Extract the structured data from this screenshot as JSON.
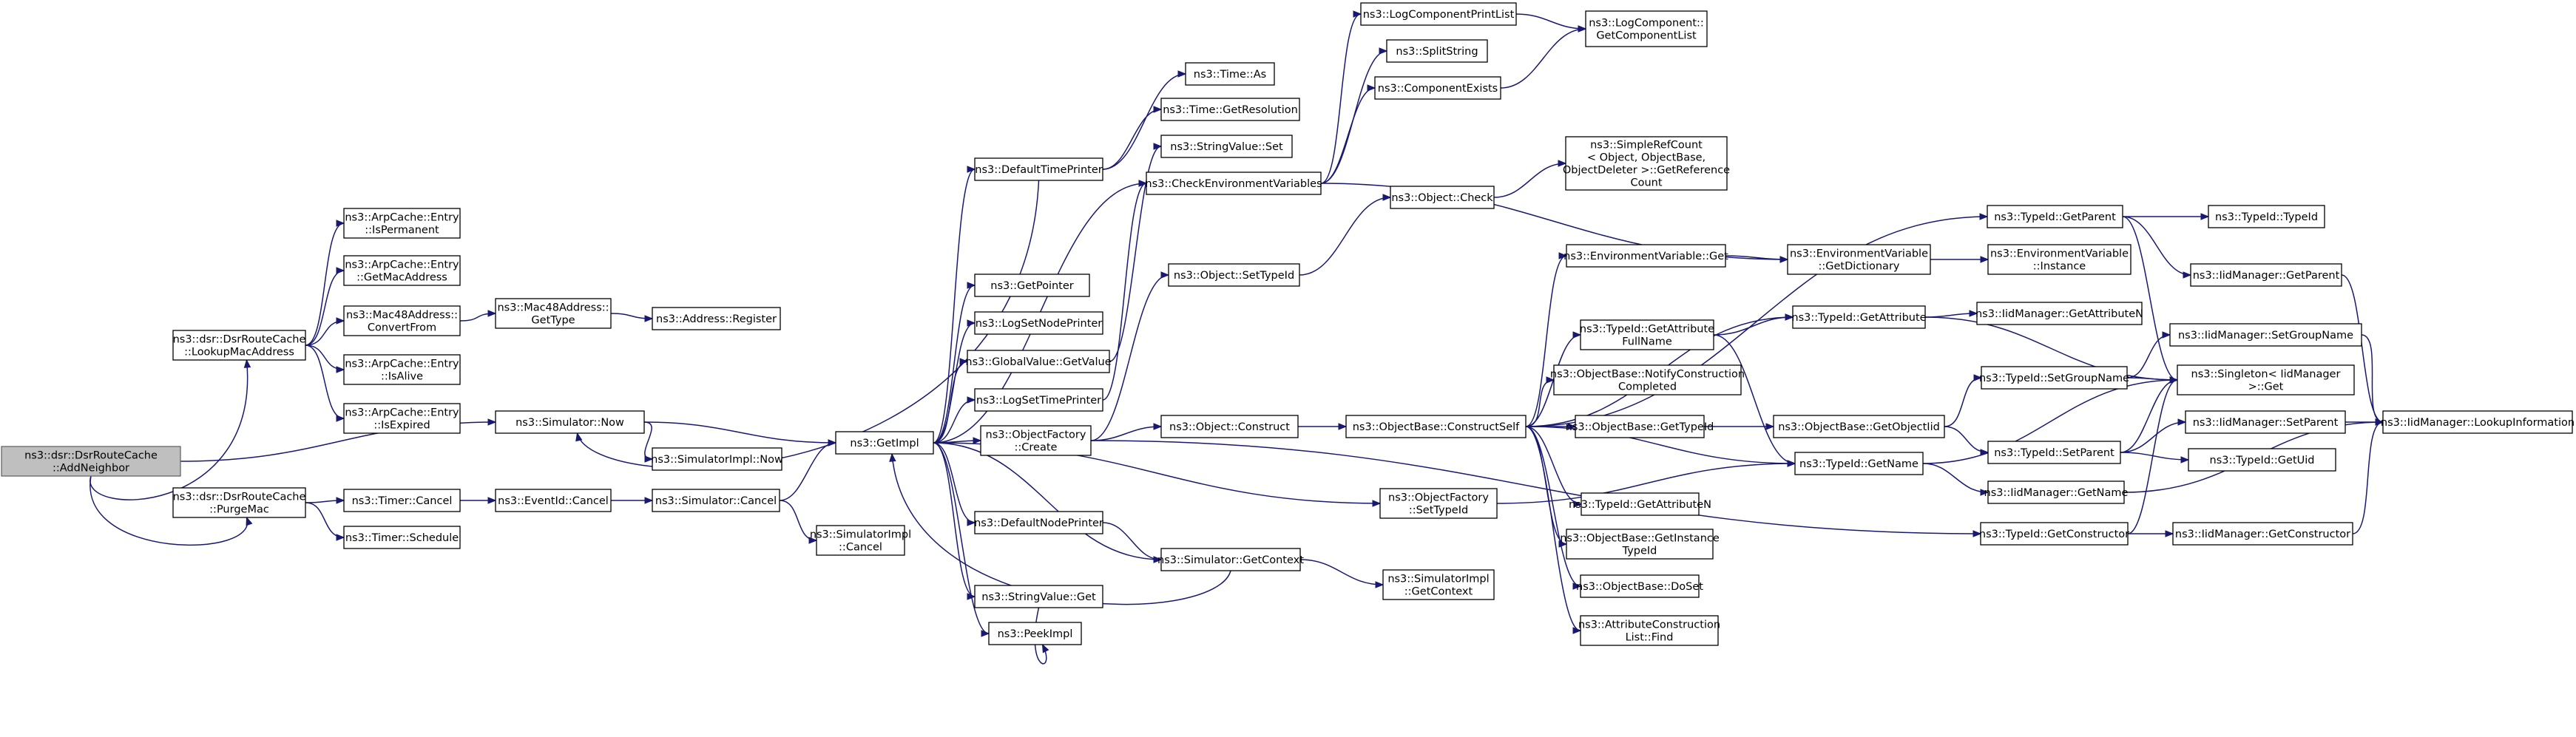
{
  "diagram": {
    "kind": "call-graph",
    "colors": {
      "edge": "#191970",
      "root_fill": "#bfbfbf",
      "node_fill": "#ffffff",
      "node_border": "#000000"
    },
    "nodes": [
      {
        "id": "root",
        "lines": [
          "ns3::dsr::DsrRouteCache",
          "::AddNeighbor"
        ]
      },
      {
        "id": "lookupmac",
        "lines": [
          "ns3::dsr::DsrRouteCache",
          "::LookupMacAddress"
        ]
      },
      {
        "id": "purgemac",
        "lines": [
          "ns3::dsr::DsrRouteCache",
          "::PurgeMac"
        ]
      },
      {
        "id": "ispermanent",
        "lines": [
          "ns3::ArpCache::Entry",
          "::IsPermanent"
        ]
      },
      {
        "id": "getmacaddress",
        "lines": [
          "ns3::ArpCache::Entry",
          "::GetMacAddress"
        ]
      },
      {
        "id": "convertfrom",
        "lines": [
          "ns3::Mac48Address::",
          "ConvertFrom"
        ]
      },
      {
        "id": "isalive",
        "lines": [
          "ns3::ArpCache::Entry",
          "::IsAlive"
        ]
      },
      {
        "id": "isexpired",
        "lines": [
          "ns3::ArpCache::Entry",
          "::IsExpired"
        ]
      },
      {
        "id": "gettype",
        "lines": [
          "ns3::Mac48Address::",
          "GetType"
        ]
      },
      {
        "id": "register",
        "lines": [
          "ns3::Address::Register"
        ]
      },
      {
        "id": "simnow",
        "lines": [
          "ns3::Simulator::Now"
        ]
      },
      {
        "id": "simimplnow",
        "lines": [
          "ns3::SimulatorImpl::Now"
        ]
      },
      {
        "id": "timercancel",
        "lines": [
          "ns3::Timer::Cancel"
        ]
      },
      {
        "id": "timerschedule",
        "lines": [
          "ns3::Timer::Schedule"
        ]
      },
      {
        "id": "eventcancel",
        "lines": [
          "ns3::EventId::Cancel"
        ]
      },
      {
        "id": "simcancel",
        "lines": [
          "ns3::Simulator::Cancel"
        ]
      },
      {
        "id": "simimplcancel",
        "lines": [
          "ns3::SimulatorImpl",
          "::Cancel"
        ]
      },
      {
        "id": "getimpl",
        "lines": [
          "ns3::GetImpl"
        ]
      },
      {
        "id": "defaulttimeprinter",
        "lines": [
          "ns3::DefaultTimePrinter"
        ]
      },
      {
        "id": "timeas",
        "lines": [
          "ns3::Time::As"
        ]
      },
      {
        "id": "timegetres",
        "lines": [
          "ns3::Time::GetResolution"
        ]
      },
      {
        "id": "stringvalueset",
        "lines": [
          "ns3::StringValue::Set"
        ]
      },
      {
        "id": "checkenv",
        "lines": [
          "ns3::CheckEnvironmentVariables"
        ]
      },
      {
        "id": "getpointer",
        "lines": [
          "ns3::GetPointer"
        ]
      },
      {
        "id": "logsetnodeprinter",
        "lines": [
          "ns3::LogSetNodePrinter"
        ]
      },
      {
        "id": "globalvalueget",
        "lines": [
          "ns3::GlobalValue::GetValue"
        ]
      },
      {
        "id": "logsettimeprinter",
        "lines": [
          "ns3::LogSetTimePrinter"
        ]
      },
      {
        "id": "objfactorycreate",
        "lines": [
          "ns3::ObjectFactory",
          "::Create"
        ]
      },
      {
        "id": "defaultnodeprinter",
        "lines": [
          "ns3::DefaultNodePrinter"
        ]
      },
      {
        "id": "stringvalueget",
        "lines": [
          "ns3::StringValue::Get"
        ]
      },
      {
        "id": "peekimpl",
        "lines": [
          "ns3::PeekImpl"
        ]
      },
      {
        "id": "simgetcontext",
        "lines": [
          "ns3::Simulator::GetContext"
        ]
      },
      {
        "id": "simimplgetcontext",
        "lines": [
          "ns3::SimulatorImpl",
          "::GetContext"
        ]
      },
      {
        "id": "logcompprintlist",
        "lines": [
          "ns3::LogComponentPrintList"
        ]
      },
      {
        "id": "splitstring",
        "lines": [
          "ns3::SplitString"
        ]
      },
      {
        "id": "componentexists",
        "lines": [
          "ns3::ComponentExists"
        ]
      },
      {
        "id": "logcompgetlist",
        "lines": [
          "ns3::LogComponent::",
          "GetComponentList"
        ]
      },
      {
        "id": "objectsettypeid",
        "lines": [
          "ns3::Object::SetTypeId"
        ]
      },
      {
        "id": "objectcheck",
        "lines": [
          "ns3::Object::Check"
        ]
      },
      {
        "id": "simplerefcount",
        "lines": [
          "ns3::SimpleRefCount",
          "< Object, ObjectBase,",
          "ObjectDeleter >::GetReference",
          "Count"
        ]
      },
      {
        "id": "objectconstruct",
        "lines": [
          "ns3::Object::Construct"
        ]
      },
      {
        "id": "constructself",
        "lines": [
          "ns3::ObjectBase::ConstructSelf"
        ]
      },
      {
        "id": "objfactorysettypeid",
        "lines": [
          "ns3::ObjectFactory",
          "::SetTypeId"
        ]
      },
      {
        "id": "envvarget",
        "lines": [
          "ns3::EnvironmentVariable::Get"
        ]
      },
      {
        "id": "envvargetdict",
        "lines": [
          "ns3::EnvironmentVariable",
          "::GetDictionary"
        ]
      },
      {
        "id": "envvarinstance",
        "lines": [
          "ns3::EnvironmentVariable",
          "::Instance"
        ]
      },
      {
        "id": "typeidgetattrfullname",
        "lines": [
          "ns3::TypeId::GetAttribute",
          "FullName"
        ]
      },
      {
        "id": "typeidgetattr",
        "lines": [
          "ns3::TypeId::GetAttribute"
        ]
      },
      {
        "id": "iidmgrgetattrn",
        "lines": [
          "ns3::IidManager::GetAttributeN"
        ]
      },
      {
        "id": "notifyconstruction",
        "lines": [
          "ns3::ObjectBase::NotifyConstruction",
          "Completed"
        ]
      },
      {
        "id": "objbasegettypeid",
        "lines": [
          "ns3::ObjectBase::GetTypeId"
        ]
      },
      {
        "id": "objbasegetobjectiid",
        "lines": [
          "ns3::ObjectBase::GetObjectIid"
        ]
      },
      {
        "id": "typeidgetattrn",
        "lines": [
          "ns3::TypeId::GetAttributeN"
        ]
      },
      {
        "id": "getinstancetypeid",
        "lines": [
          "ns3::ObjectBase::GetInstance",
          "TypeId"
        ]
      },
      {
        "id": "objbasedoset",
        "lines": [
          "ns3::ObjectBase::DoSet"
        ]
      },
      {
        "id": "attrconstrfind",
        "lines": [
          "ns3::AttributeConstruction",
          "List::Find"
        ]
      },
      {
        "id": "typeidgetparent",
        "lines": [
          "ns3::TypeId::GetParent"
        ]
      },
      {
        "id": "typeidtypeid",
        "lines": [
          "ns3::TypeId::TypeId"
        ]
      },
      {
        "id": "iidmgrgetparent",
        "lines": [
          "ns3::IidManager::GetParent"
        ]
      },
      {
        "id": "typeidsetgroupname",
        "lines": [
          "ns3::TypeId::SetGroupName"
        ]
      },
      {
        "id": "iidmgrsetgroupname",
        "lines": [
          "ns3::IidManager::SetGroupName"
        ]
      },
      {
        "id": "singletonget",
        "lines": [
          "ns3::Singleton< IidManager",
          ">::Get"
        ]
      },
      {
        "id": "typeidsetparent",
        "lines": [
          "ns3::TypeId::SetParent"
        ]
      },
      {
        "id": "iidmgrsetparent",
        "lines": [
          "ns3::IidManager::SetParent"
        ]
      },
      {
        "id": "typeidgetuid",
        "lines": [
          "ns3::TypeId::GetUid"
        ]
      },
      {
        "id": "typeidgetname",
        "lines": [
          "ns3::TypeId::GetName"
        ]
      },
      {
        "id": "iidmgrgetname",
        "lines": [
          "ns3::IidManager::GetName"
        ]
      },
      {
        "id": "typeidgetconstructor",
        "lines": [
          "ns3::TypeId::GetConstructor"
        ]
      },
      {
        "id": "iidmgrgetconstructor",
        "lines": [
          "ns3::IidManager::GetConstructor"
        ]
      },
      {
        "id": "iidmgrlookupinfo",
        "lines": [
          "ns3::IidManager::LookupInformation"
        ]
      }
    ],
    "edges": [
      [
        "root",
        "lookupmac"
      ],
      [
        "root",
        "simnow"
      ],
      [
        "root",
        "purgemac"
      ],
      [
        "lookupmac",
        "ispermanent"
      ],
      [
        "lookupmac",
        "getmacaddress"
      ],
      [
        "lookupmac",
        "convertfrom"
      ],
      [
        "lookupmac",
        "isalive"
      ],
      [
        "lookupmac",
        "isexpired"
      ],
      [
        "convertfrom",
        "gettype"
      ],
      [
        "gettype",
        "register"
      ],
      [
        "purgemac",
        "timercancel"
      ],
      [
        "purgemac",
        "timerschedule"
      ],
      [
        "timercancel",
        "eventcancel"
      ],
      [
        "eventcancel",
        "simcancel"
      ],
      [
        "simcancel",
        "getimpl"
      ],
      [
        "simcancel",
        "simimplcancel"
      ],
      [
        "simnow",
        "getimpl"
      ],
      [
        "simnow",
        "simimplnow"
      ],
      [
        "getimpl",
        "defaulttimeprinter"
      ],
      [
        "getimpl",
        "getpointer"
      ],
      [
        "getimpl",
        "logsetnodeprinter"
      ],
      [
        "getimpl",
        "globalvalueget"
      ],
      [
        "getimpl",
        "logsettimeprinter"
      ],
      [
        "getimpl",
        "objfactorycreate"
      ],
      [
        "getimpl",
        "defaultnodeprinter"
      ],
      [
        "getimpl",
        "stringvalueget"
      ],
      [
        "getimpl",
        "peekimpl"
      ],
      [
        "getimpl",
        "simgetcontext"
      ],
      [
        "getimpl",
        "objfactorysettypeid"
      ],
      [
        "getimpl",
        "checkenv"
      ],
      [
        "defaulttimeprinter",
        "timeas"
      ],
      [
        "defaulttimeprinter",
        "timegetres"
      ],
      [
        "defaulttimeprinter",
        "simnow"
      ],
      [
        "globalvalueget",
        "stringvalueset"
      ],
      [
        "logsettimeprinter",
        "checkenv"
      ],
      [
        "checkenv",
        "logcompprintlist"
      ],
      [
        "checkenv",
        "splitstring"
      ],
      [
        "checkenv",
        "componentexists"
      ],
      [
        "checkenv",
        "envvargetdict"
      ],
      [
        "logcompprintlist",
        "logcompgetlist"
      ],
      [
        "componentexists",
        "logcompgetlist"
      ],
      [
        "objfactorycreate",
        "objectsettypeid"
      ],
      [
        "objfactorycreate",
        "objectconstruct"
      ],
      [
        "objfactorycreate",
        "typeidgetconstructor"
      ],
      [
        "objectsettypeid",
        "objectcheck"
      ],
      [
        "objectcheck",
        "simplerefcount"
      ],
      [
        "objectconstruct",
        "constructself"
      ],
      [
        "constructself",
        "envvarget"
      ],
      [
        "constructself",
        "typeidgetattrfullname"
      ],
      [
        "constructself",
        "notifyconstruction"
      ],
      [
        "constructself",
        "objbasegettypeid"
      ],
      [
        "constructself",
        "typeidgetattrn"
      ],
      [
        "constructself",
        "getinstancetypeid"
      ],
      [
        "constructself",
        "objbasedoset"
      ],
      [
        "constructself",
        "attrconstrfind"
      ],
      [
        "constructself",
        "typeidgetparent"
      ],
      [
        "constructself",
        "typeidgetattr"
      ],
      [
        "constructself",
        "typeidgetname"
      ],
      [
        "envvarget",
        "envvargetdict"
      ],
      [
        "envvargetdict",
        "envvarinstance"
      ],
      [
        "typeidgetattrfullname",
        "typeidgetattr"
      ],
      [
        "typeidgetattrfullname",
        "typeidgetname"
      ],
      [
        "typeidgetattr",
        "iidmgrgetattrn"
      ],
      [
        "typeidgetattr",
        "singletonget"
      ],
      [
        "objbasegettypeid",
        "objbasegetobjectiid"
      ],
      [
        "objbasegetobjectiid",
        "typeidsetgroupname"
      ],
      [
        "objbasegetobjectiid",
        "typeidsetparent"
      ],
      [
        "typeidgetparent",
        "typeidtypeid"
      ],
      [
        "typeidgetparent",
        "iidmgrgetparent"
      ],
      [
        "typeidgetparent",
        "singletonget"
      ],
      [
        "iidmgrgetparent",
        "iidmgrlookupinfo"
      ],
      [
        "typeidsetgroupname",
        "iidmgrsetgroupname"
      ],
      [
        "typeidsetgroupname",
        "singletonget"
      ],
      [
        "iidmgrsetgroupname",
        "iidmgrlookupinfo"
      ],
      [
        "typeidsetparent",
        "iidmgrsetparent"
      ],
      [
        "typeidsetparent",
        "singletonget"
      ],
      [
        "typeidsetparent",
        "typeidgetuid"
      ],
      [
        "iidmgrsetparent",
        "iidmgrlookupinfo"
      ],
      [
        "typeidgetname",
        "iidmgrgetname"
      ],
      [
        "typeidgetname",
        "singletonget"
      ],
      [
        "iidmgrgetname",
        "iidmgrlookupinfo"
      ],
      [
        "typeidgetconstructor",
        "iidmgrgetconstructor"
      ],
      [
        "typeidgetconstructor",
        "singletonget"
      ],
      [
        "iidmgrgetconstructor",
        "iidmgrlookupinfo"
      ],
      [
        "simgetcontext",
        "getimpl"
      ],
      [
        "simgetcontext",
        "simimplgetcontext"
      ],
      [
        "defaultnodeprinter",
        "simgetcontext"
      ],
      [
        "objfactorysettypeid",
        "typeidgetname"
      ],
      [
        "stringvalueget",
        "peekimpl"
      ]
    ]
  }
}
